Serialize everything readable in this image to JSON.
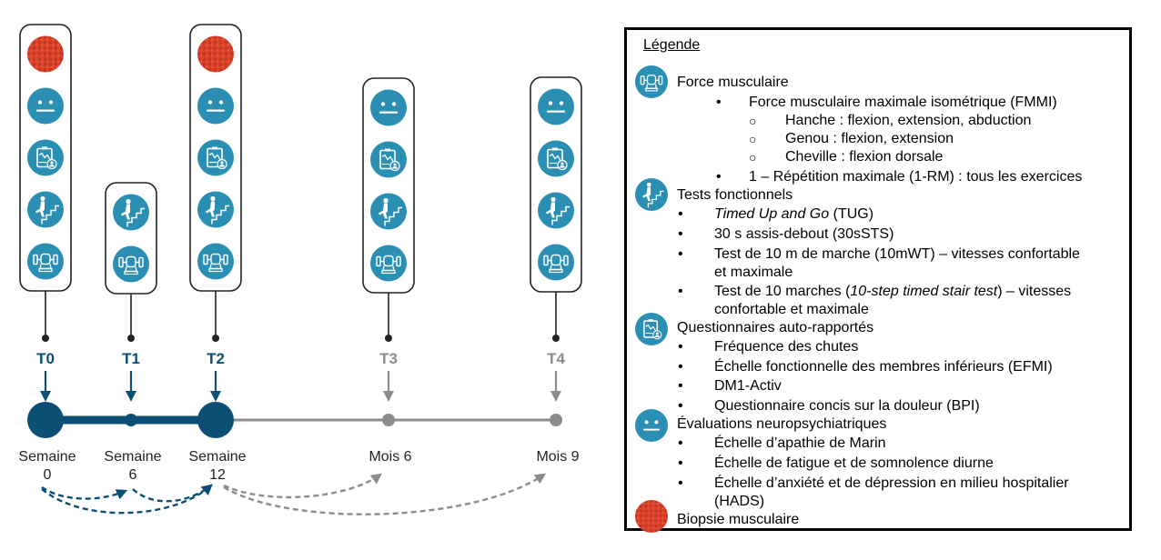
{
  "colors": {
    "active": "#0b4f74",
    "inactive": "#8a8c8e",
    "icon_teal": "#2a8fb3",
    "biopsy_red": "#d9432a",
    "box_border": "#222222"
  },
  "timeline": {
    "timepoints": [
      {
        "id": "T0",
        "label": "T0",
        "period": "Semaine",
        "value": "0",
        "status": "active",
        "icons": [
          "biopsy-icon",
          "neuro-face-icon",
          "questionnaire-icon",
          "stairs-test-icon",
          "muscle-force-icon"
        ]
      },
      {
        "id": "T1",
        "label": "T1",
        "period": "Semaine",
        "value": "6",
        "status": "active",
        "icons": [
          "stairs-test-icon",
          "muscle-force-icon"
        ]
      },
      {
        "id": "T2",
        "label": "T2",
        "period": "Semaine",
        "value": "12",
        "status": "active",
        "icons": [
          "biopsy-icon",
          "neuro-face-icon",
          "questionnaire-icon",
          "stairs-test-icon",
          "muscle-force-icon"
        ]
      },
      {
        "id": "T3",
        "label": "T3",
        "period": "Mois 6",
        "value": "",
        "status": "inactive",
        "icons": [
          "neuro-face-icon",
          "questionnaire-icon",
          "stairs-test-icon",
          "muscle-force-icon"
        ]
      },
      {
        "id": "T4",
        "label": "T4",
        "period": "Mois 9",
        "value": "",
        "status": "inactive",
        "icons": [
          "neuro-face-icon",
          "questionnaire-icon",
          "stairs-test-icon",
          "muscle-force-icon"
        ]
      }
    ],
    "arcs": [
      {
        "from": "T0",
        "to": "T1",
        "status": "active"
      },
      {
        "from": "T0",
        "to": "T2",
        "status": "active"
      },
      {
        "from": "T1",
        "to": "T2",
        "status": "active"
      },
      {
        "from": "T2",
        "to": "T3",
        "status": "inactive"
      },
      {
        "from": "T2",
        "to": "T4",
        "status": "inactive"
      }
    ]
  },
  "legend": {
    "title": "Légende",
    "sections": [
      {
        "icon": "muscle-force-icon",
        "title": "Force musculaire",
        "items": [
          {
            "level": 1,
            "text": "Force musculaire maximale isométrique (FMMI)"
          },
          {
            "level": 2,
            "text": "Hanche : flexion, extension, abduction"
          },
          {
            "level": 2,
            "text": "Genou : flexion, extension"
          },
          {
            "level": 2,
            "text": "Cheville : flexion dorsale"
          },
          {
            "level": 1,
            "text": "1 – Répétition maximale (1-RM) : tous les exercices"
          }
        ]
      },
      {
        "icon": "stairs-test-icon",
        "title": "Tests fonctionnels",
        "items": [
          {
            "level": 1,
            "italic": "Timed Up and Go",
            "text": " (TUG)"
          },
          {
            "level": 1,
            "text": "30 s assis-debout (30sSTS)"
          },
          {
            "level": 1,
            "text": "Test de 10 m de marche (10mWT) – vitesses confortable",
            "cont": "et maximale"
          },
          {
            "level": 1,
            "pre": "Test de 10 marches (",
            "italic": "10-step timed stair test",
            "text": ") – vitesses",
            "cont": "confortable et maximale"
          }
        ]
      },
      {
        "icon": "questionnaire-icon",
        "title": "Questionnaires auto-rapportés",
        "items": [
          {
            "level": 1,
            "text": "Fréquence des chutes"
          },
          {
            "level": 1,
            "text": "Échelle fonctionnelle des membres inférieurs (EFMI)"
          },
          {
            "level": 1,
            "text": "DM1-Activ"
          },
          {
            "level": 1,
            "text": "Questionnaire concis sur la douleur (BPI)"
          }
        ]
      },
      {
        "icon": "neuro-face-icon",
        "title": "Évaluations neuropsychiatriques",
        "items": [
          {
            "level": 1,
            "text": "Échelle d’apathie de Marin"
          },
          {
            "level": 1,
            "text": "Échelle de fatigue et de somnolence diurne"
          },
          {
            "level": 1,
            "text": "Échelle d’anxiété et de dépression en milieu hospitalier",
            "cont": "(HADS)"
          }
        ]
      },
      {
        "icon": "biopsy-icon",
        "title": "Biopsie musculaire",
        "items": []
      }
    ]
  }
}
